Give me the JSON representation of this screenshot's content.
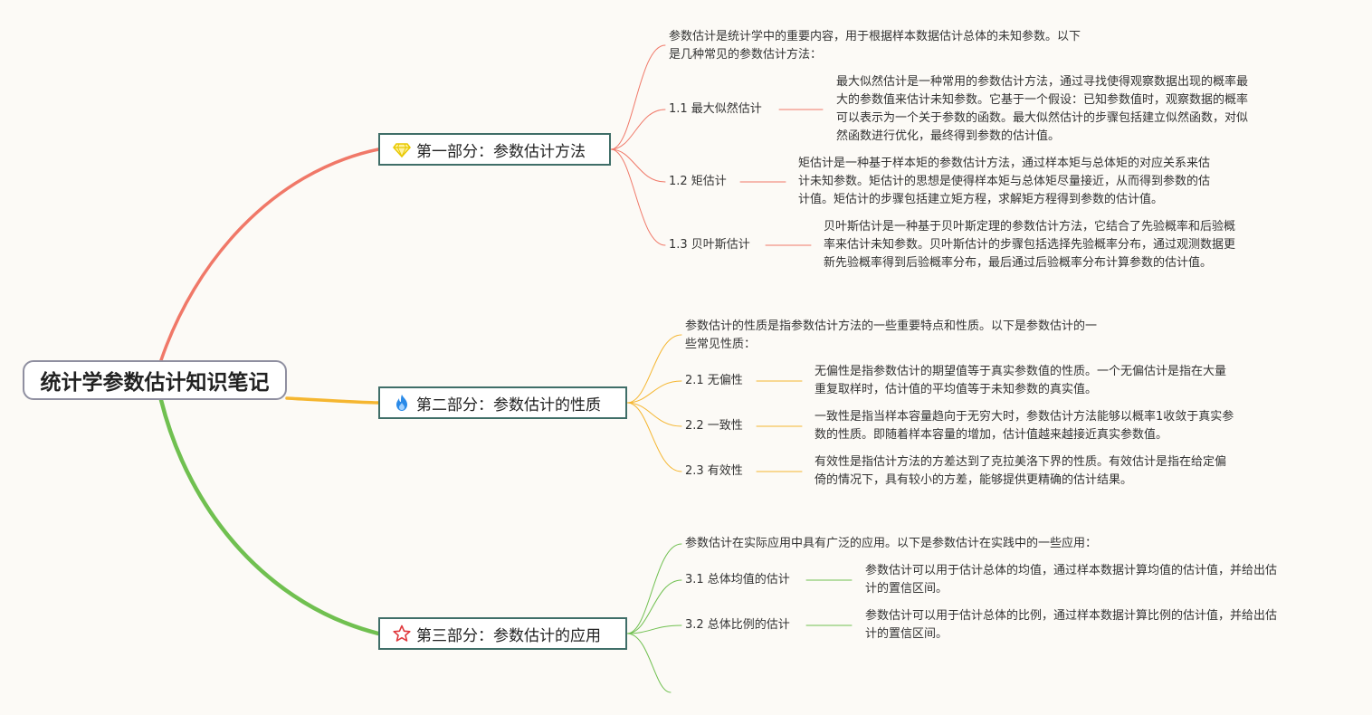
{
  "root": {
    "title": "统计学参数估计知识笔记"
  },
  "sections": [
    {
      "title": "第一部分：参数估计方法",
      "icon": "diamond-icon",
      "color": "#f07868",
      "intro": [
        "参数估计是统计学中的重要内容，用于根据样本数据估计总体的未知参数。以下",
        "是几种常见的参数估计方法："
      ],
      "items": [
        {
          "label": "1.1 最大似然估计",
          "lines": [
            "最大似然估计是一种常用的参数估计方法，通过寻找使得观察数据出现的概率最",
            "大的参数值来估计未知参数。它基于一个假设：已知参数值时，观察数据的概率",
            "可以表示为一个关于参数的函数。最大似然估计的步骤包括建立似然函数，对似",
            "然函数进行优化，最终得到参数的估计值。"
          ]
        },
        {
          "label": "1.2 矩估计",
          "lines": [
            "矩估计是一种基于样本矩的参数估计方法，通过样本矩与总体矩的对应关系来估",
            "计未知参数。矩估计的思想是使得样本矩与总体矩尽量接近，从而得到参数的估",
            "计值。矩估计的步骤包括建立矩方程，求解矩方程得到参数的估计值。"
          ]
        },
        {
          "label": "1.3 贝叶斯估计",
          "lines": [
            "贝叶斯估计是一种基于贝叶斯定理的参数估计方法，它结合了先验概率和后验概",
            "率来估计未知参数。贝叶斯估计的步骤包括选择先验概率分布，通过观测数据更",
            "新先验概率得到后验概率分布，最后通过后验概率分布计算参数的估计值。"
          ]
        }
      ]
    },
    {
      "title": "第二部分：参数估计的性质",
      "icon": "fire-icon",
      "color": "#f5b630",
      "intro": [
        "参数估计的性质是指参数估计方法的一些重要特点和性质。以下是参数估计的一",
        "些常见性质："
      ],
      "items": [
        {
          "label": "2.1 无偏性",
          "lines": [
            "无偏性是指参数估计的期望值等于真实参数值的性质。一个无偏估计是指在大量",
            "重复取样时，估计值的平均值等于未知参数的真实值。"
          ]
        },
        {
          "label": "2.2 一致性",
          "lines": [
            "一致性是指当样本容量趋向于无穷大时，参数估计方法能够以概率1收敛于真实参",
            "数的性质。即随着样本容量的增加，估计值越来越接近真实参数值。"
          ]
        },
        {
          "label": "2.3 有效性",
          "lines": [
            "有效性是指估计方法的方差达到了克拉美洛下界的性质。有效估计是指在给定偏",
            "倚的情况下，具有较小的方差，能够提供更精确的估计结果。"
          ]
        }
      ]
    },
    {
      "title": "第三部分：参数估计的应用",
      "icon": "star-icon",
      "color": "#70c050",
      "intro": [
        "参数估计在实际应用中具有广泛的应用。以下是参数估计在实践中的一些应用："
      ],
      "items": [
        {
          "label": "3.1 总体均值的估计",
          "lines": [
            "参数估计可以用于估计总体的均值，通过样本数据计算均值的估计值，并给出估",
            "计的置信区间。"
          ]
        },
        {
          "label": "3.2 总体比例的估计",
          "lines": [
            "参数估计可以用于估计总体的比例，通过样本数据计算比例的估计值，并给出估",
            "计的置信区间。"
          ]
        }
      ]
    }
  ]
}
